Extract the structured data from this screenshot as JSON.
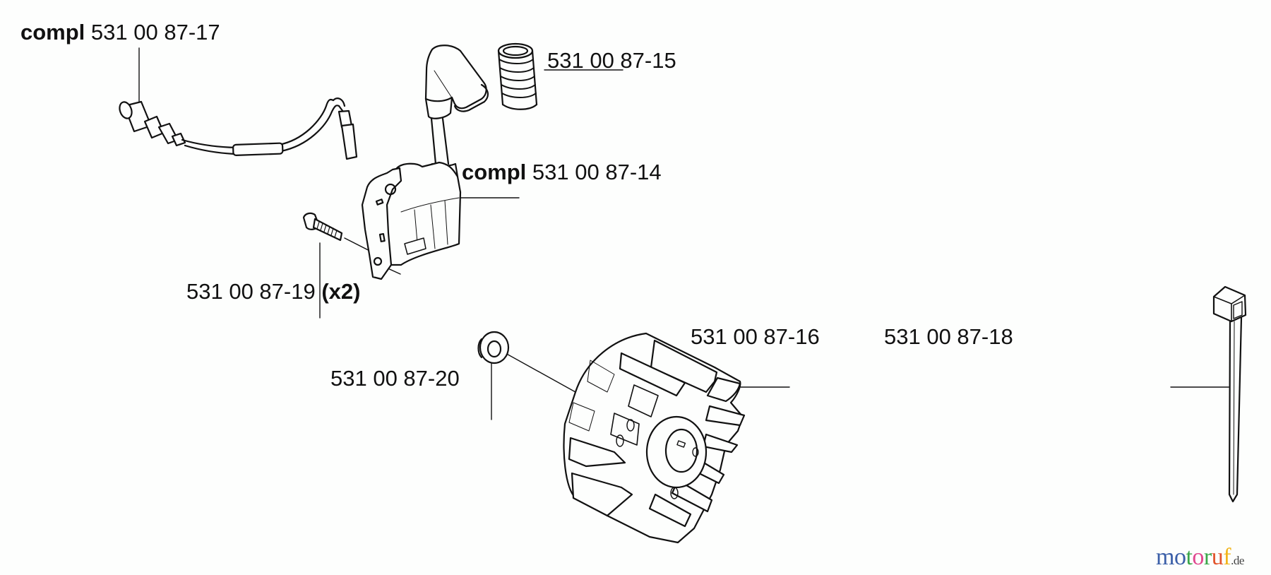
{
  "diagram": {
    "type": "exploded-parts-diagram",
    "parts": [
      {
        "id": "p17",
        "prefix": "compl",
        "number": "531 00 87-17",
        "suffix": "",
        "part": "ignition-lead-cable"
      },
      {
        "id": "p15",
        "prefix": "",
        "number": "531 00 87-15",
        "suffix": "",
        "part": "spring"
      },
      {
        "id": "p14",
        "prefix": "compl",
        "number": "531 00 87-14",
        "suffix": "",
        "part": "ignition-module"
      },
      {
        "id": "p19",
        "prefix": "",
        "number": "531 00 87-19",
        "suffix": "(x2)",
        "part": "screw"
      },
      {
        "id": "p20",
        "prefix": "",
        "number": "531 00 87-20",
        "suffix": "",
        "part": "nut"
      },
      {
        "id": "p16",
        "prefix": "",
        "number": "531 00 87-16",
        "suffix": "",
        "part": "flywheel"
      },
      {
        "id": "p18",
        "prefix": "",
        "number": "531 00 87-18",
        "suffix": "",
        "part": "cable-tie"
      }
    ]
  },
  "watermark": {
    "letters": [
      {
        "ch": "m",
        "color": "#3b5fa8"
      },
      {
        "ch": "o",
        "color": "#3b5fa8"
      },
      {
        "ch": "t",
        "color": "#3aa64a"
      },
      {
        "ch": "o",
        "color": "#e0478f"
      },
      {
        "ch": "r",
        "color": "#3aa64a"
      },
      {
        "ch": "u",
        "color": "#e2542c"
      },
      {
        "ch": "f",
        "color": "#f2b51c"
      }
    ],
    "domain": ".de"
  }
}
